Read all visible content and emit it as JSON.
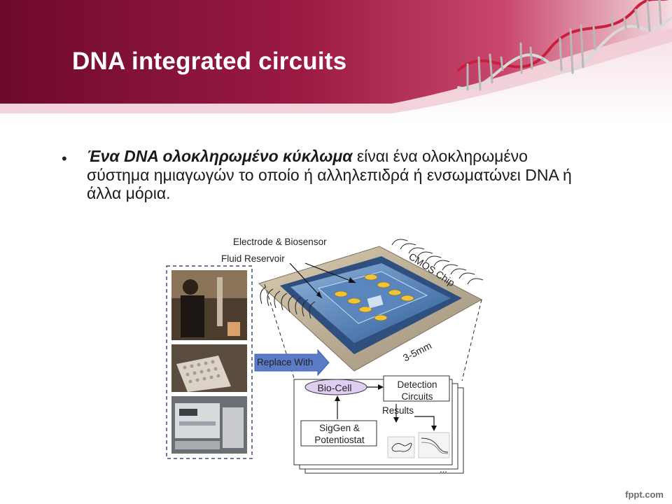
{
  "slide": {
    "title": "DNA integrated circuits",
    "bullet": {
      "bold_part": "Ένα DNA  ολοκληρωμένο κύκλωμα",
      "rest": " είναι ένα ολοκληρωμένο σύστημα ημιαγωγών το οποίο ή αλληλεπιδρά ή ενσωματώνει DNA ή άλλα μόρια."
    }
  },
  "figure": {
    "labels": {
      "electrode": "Electrode & Biosensor",
      "fluid": "Fluid Reservoir",
      "cmos": "CMOS Chip",
      "size": "3-5mm",
      "replace": "Replace With",
      "biocell": "Bio-Cell",
      "detection": "Detection Circuits",
      "results": "Results",
      "siggen": "SigGen & Potentiostat",
      "ellipsis": "..."
    }
  },
  "footer": {
    "logo": "fppt.com"
  },
  "colors": {
    "banner_dark": "#7c0d33",
    "banner_mid": "#b3244f",
    "banner_light": "#e8c6cf",
    "arrow_blue": "#5577c4",
    "biocell_fill": "#e0cdf2",
    "chip_blue": "#3f6fa9"
  }
}
